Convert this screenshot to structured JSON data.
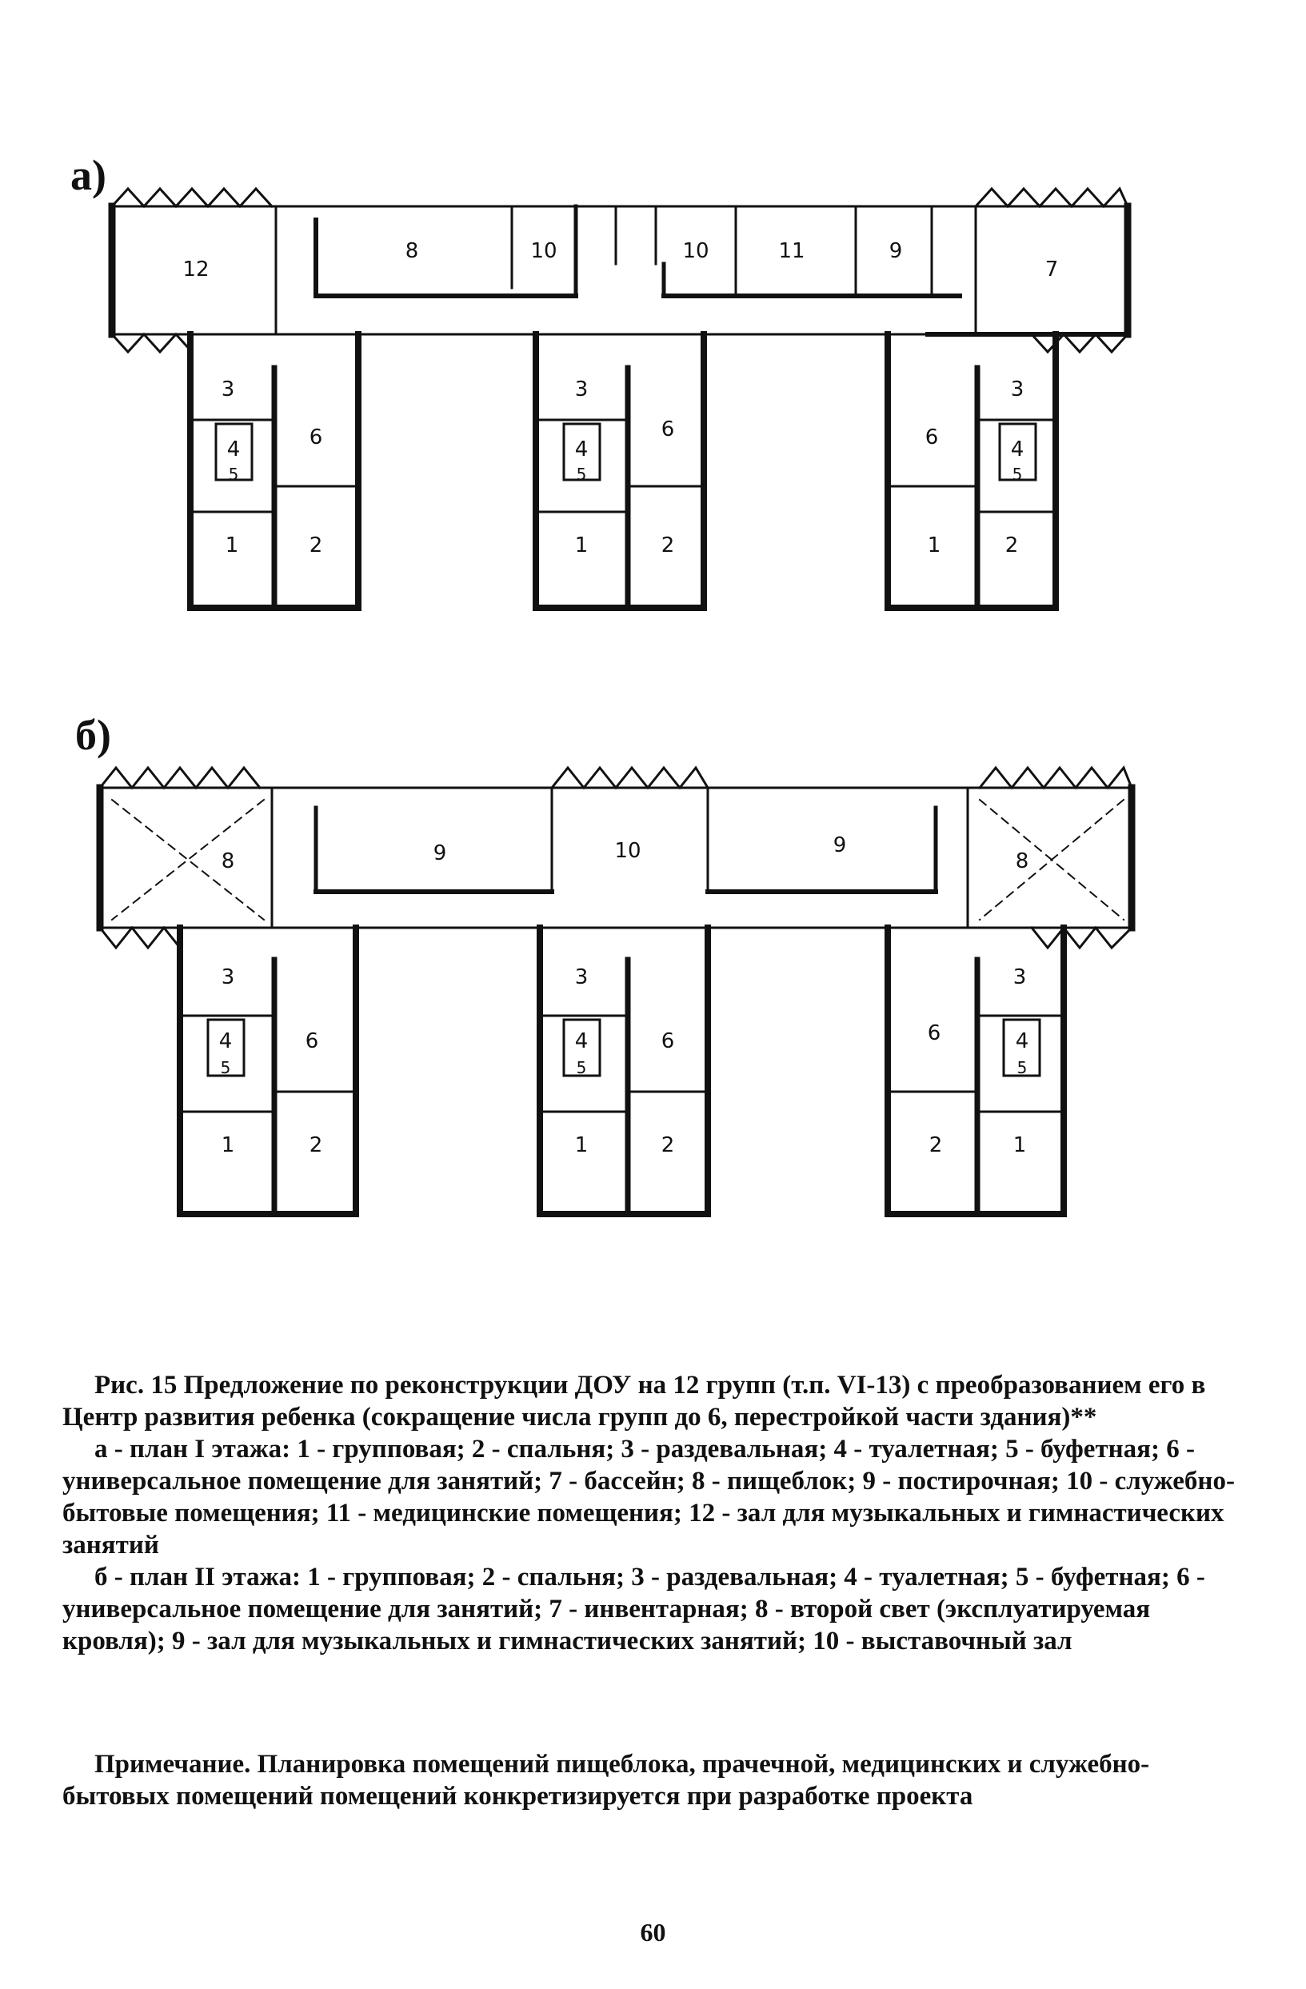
{
  "figure": {
    "plan_a_label": "а)",
    "plan_b_label": "б)",
    "plan_a_rooms": {
      "r12": "12",
      "r8": "8",
      "r10a": "10",
      "r10b": "10",
      "r11": "11",
      "r9": "9",
      "r7": "7",
      "w1_3": "3",
      "w1_4": "4",
      "w1_5": "5",
      "w1_6": "6",
      "w1_1": "1",
      "w1_2": "2",
      "w2_3": "3",
      "w2_4": "4",
      "w2_5": "5",
      "w2_6": "6",
      "w2_1": "1",
      "w2_2": "2",
      "w3_3": "3",
      "w3_4": "4",
      "w3_5": "5",
      "w3_6": "6",
      "w3_1": "1",
      "w3_2": "2"
    },
    "plan_b_rooms": {
      "r8a": "8",
      "r9a": "9",
      "r10": "10",
      "r9b": "9",
      "r8b": "8",
      "w1_3": "3",
      "w1_4": "4",
      "w1_5": "5",
      "w1_6": "6",
      "w1_1": "1",
      "w1_2": "2",
      "w2_3": "3",
      "w2_4": "4",
      "w2_5": "5",
      "w2_6": "6",
      "w2_1": "1",
      "w2_2": "2",
      "w3_3": "3",
      "w3_4": "4",
      "w3_5": "5",
      "w3_6": "6",
      "w3_1": "1",
      "w3_2": "2"
    }
  },
  "caption": {
    "title": "Рис. 15 Предложение по реконструкции ДОУ на 12 групп (т.п. VI-13) с преобразованием его в Центр развития ребенка (сокращение числа групп до 6, перестройкой части здания)**",
    "legend_a": "а - план I этажа: 1 - групповая; 2 - спальня; 3 - раздевальная; 4 - туалетная; 5 - буфетная; 6 - универсальное помещение для занятий; 7 - бассейн; 8 - пищеблок; 9 - постирочная; 10 - служебно-бытовые помещения; 11 - медицинские помещения; 12 - зал для музыкальных и гимнастических занятий",
    "legend_b": "б - план II этажа: 1 - групповая; 2 - спальня; 3 - раздевальная; 4 - туалетная; 5 - буфетная; 6 - универсальное помещение для занятий; 7 - инвентарная; 8 - второй свет (эксплуатируемая кровля); 9 - зал для музыкальных и гимнастических занятий; 10 - выставочный зал"
  },
  "note": "Примечание. Планировка помещений пищеблока, прачечной, медицинских и служебно-бытовых помещений помещений конкретизируется при разработке проекта",
  "page_number": "60"
}
